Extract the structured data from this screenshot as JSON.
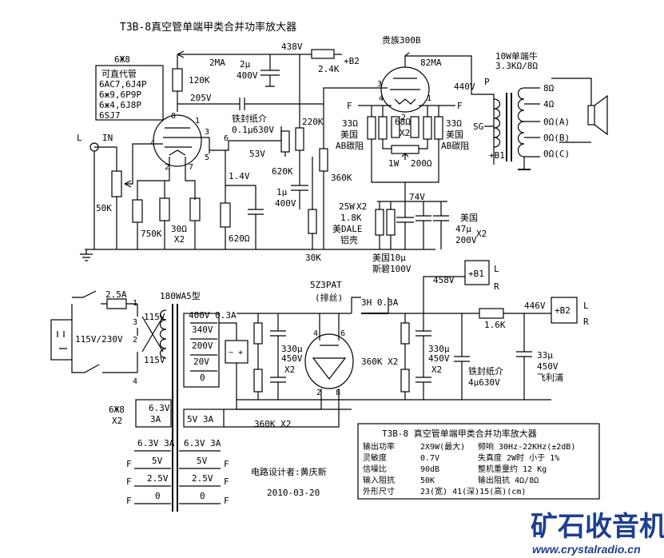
{
  "title": "T3B-8真空管单端甲类合并功率放大器",
  "tubes": {
    "v1": "6Ж8",
    "v2": "贵族300B",
    "rect": "5Z3PAT",
    "rect_note": "(排丝)"
  },
  "substitutes": {
    "heading": "可直代管",
    "lines": [
      "6AC7,6J4P",
      "6ж9,6P9P",
      "6ж4,6J8P",
      "6SJ7"
    ]
  },
  "voltages": {
    "v438": "438V",
    "v205": "205V",
    "v53": "53V",
    "v1_4": "1.4V",
    "v440": "440V",
    "v74": "74V",
    "v458": "458V",
    "v446": "446V",
    "ma2": "2MA",
    "ma82": "82MA"
  },
  "components": {
    "r120k": "120K",
    "c2u": "2μ",
    "c2u_v": "400V",
    "r2_4k": "2.4K",
    "b2": "+B2",
    "cc_name": "铁封纸介",
    "cc_val": "0.1μ630V",
    "r220k": "220K",
    "r620k": "620K",
    "r360k": "360K",
    "c1u": "1μ",
    "c1u_v": "400V",
    "r50k": "50K",
    "r750k": "750K",
    "r30": "30Ω",
    "x2": "X2",
    "r620": "620Ω",
    "r30k": "30K",
    "r33a": "33Ω",
    "usa_a": "美国",
    "ab_a": "AB碳阻",
    "r68": "68Ω",
    "x2b": "X2",
    "r33b": "33Ω",
    "usa_b": "美国",
    "ab_b": "AB碳阻",
    "pot": "1W",
    "pot_val": "200Ω",
    "r1_8k_w": "25W",
    "r1_8k_x": "X2",
    "r1_8k": "1.8K",
    "dale": "美DALE",
    "dale2": "铝壳",
    "c10u_a": "美国10μ",
    "c10u_b": "斯碧100V",
    "c47_a": "美国",
    "c47_b": "47μ",
    "c47_x": "X2",
    "c47_c": "200V",
    "ot_name": "10W单端牛",
    "ot_imp": "3.3KΩ/8Ω",
    "tap_8": "8Ω",
    "tap_4": "4Ω",
    "tap_0a": "0Ω(A)",
    "tap_0b": "0Ω(B)",
    "tap_0c": "0Ω(C)",
    "ot_p": "P",
    "ot_sg": "SG",
    "ot_b1": "+B1",
    "fuse": "2.5A",
    "mains": "115V/230V",
    "pt_name": "180WA5型",
    "p115a": "115V",
    "p115b": "115V",
    "s400": "400V 0.3A",
    "s340": "340V",
    "s200": "200V",
    "s20": "20V",
    "s0": "0",
    "c330a": "330μ",
    "c330a_v": "450V",
    "c330a_x": "X2",
    "choke": "3H 0.3A",
    "r360kx2": "360K X2",
    "c330b": "330μ",
    "c330b_v": "450V",
    "c330b_x": "X2",
    "oil_a": "铁封纸介",
    "oil_b": "4μ630V",
    "r1_6k": "1.6K",
    "c33_a": "33μ",
    "c33_b": "450V",
    "c33_c": "飞利浦",
    "r360kx2b": "360K X2",
    "h63": "6.3V",
    "h3a": "3A",
    "h5v": "5V 3A",
    "hf_63": "6.3V 3A",
    "hf_5": "5V",
    "hf_25": "2.5V",
    "hf_0": "0",
    "hf2_63": "6.3V 3A",
    "hf2_5": "5V",
    "hf2_25": "2.5V",
    "hf2_0": "0",
    "v1x2": "6Ж8",
    "v1x2b": "X2",
    "hf_F": "F",
    "label_L": "L",
    "label_R": "R",
    "in": "IN"
  },
  "credits": {
    "designer": "电路设计者:黄庆新",
    "date": "2010-03-20"
  },
  "spec": {
    "title": "T3B-8 真空管单端甲类合并功率放大器",
    "rows": [
      [
        "输出功率",
        "2X9W(最大)",
        "频响 30Hz-22KHz(±2dB)"
      ],
      [
        "灵敏度",
        "0.7V",
        "失真度     2W时  小于 1%"
      ],
      [
        "信噪比",
        "90dB",
        "整机重量约  12 Kg"
      ],
      [
        "输入阻抗",
        "50K",
        "输出阻抗    4Ω/8Ω"
      ],
      [
        "外形尺寸",
        "23(宽) 41(深)15(高)(cm)",
        ""
      ]
    ]
  },
  "watermark": {
    "logo": "矿石收音机",
    "url": "www.crystalradio.cn"
  }
}
